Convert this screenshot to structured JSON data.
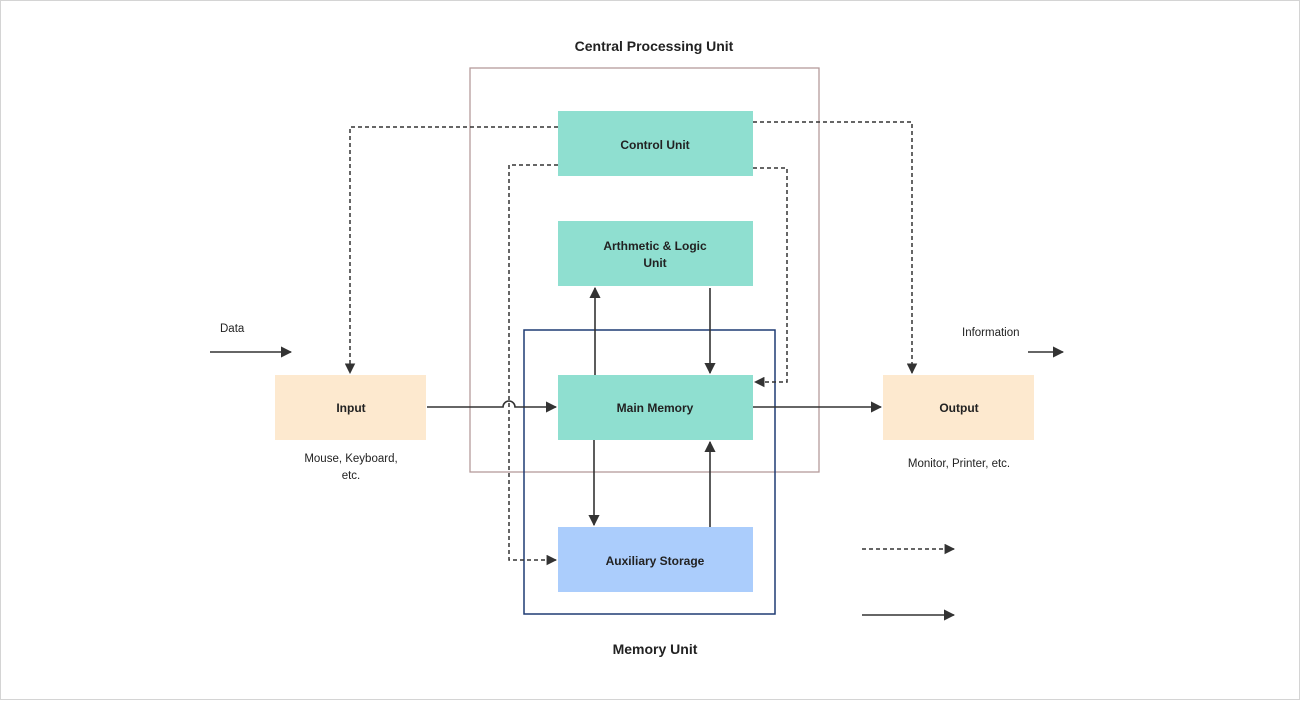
{
  "diagram": {
    "title_cpu": "Central Processing Unit",
    "title_memory_unit": "Memory Unit",
    "nodes": {
      "control_unit": "Control Unit",
      "alu_line1": "Arthmetic & Logic",
      "alu_line2": "Unit",
      "main_memory": "Main Memory",
      "auxiliary_storage": "Auxiliary Storage",
      "input": "Input",
      "output": "Output"
    },
    "captions": {
      "input_line1": "Mouse, Keyboard,",
      "input_line2": "etc.",
      "output": "Monitor, Printer, etc.",
      "data": "Data",
      "information": "Information"
    },
    "colors": {
      "teal": "#8fdfd0",
      "peach": "#fde9cf",
      "blue": "#abcdfc",
      "cpu_border": "#b59b9b",
      "memory_border": "#1f3b73",
      "arrow": "#333333"
    }
  }
}
